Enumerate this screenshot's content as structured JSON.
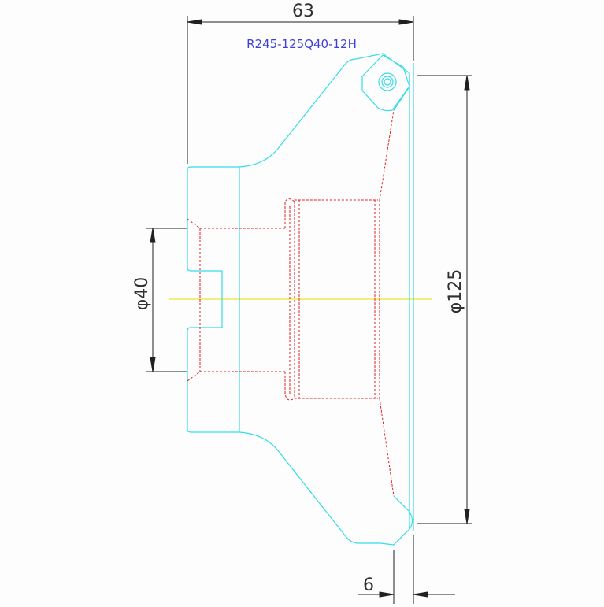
{
  "drawing": {
    "part_label": "R245-125Q40-12H",
    "dimensions": {
      "overall_length": "63",
      "cutter_diameter": "φ125",
      "bore_diameter": "φ40",
      "flange_width": "6"
    }
  },
  "colors": {
    "background": "#fdfdfd",
    "outline": "#33dde8",
    "hidden": "#e02020",
    "centerline": "#e8e000",
    "dimension": "#202020",
    "label": "#4040d8"
  }
}
